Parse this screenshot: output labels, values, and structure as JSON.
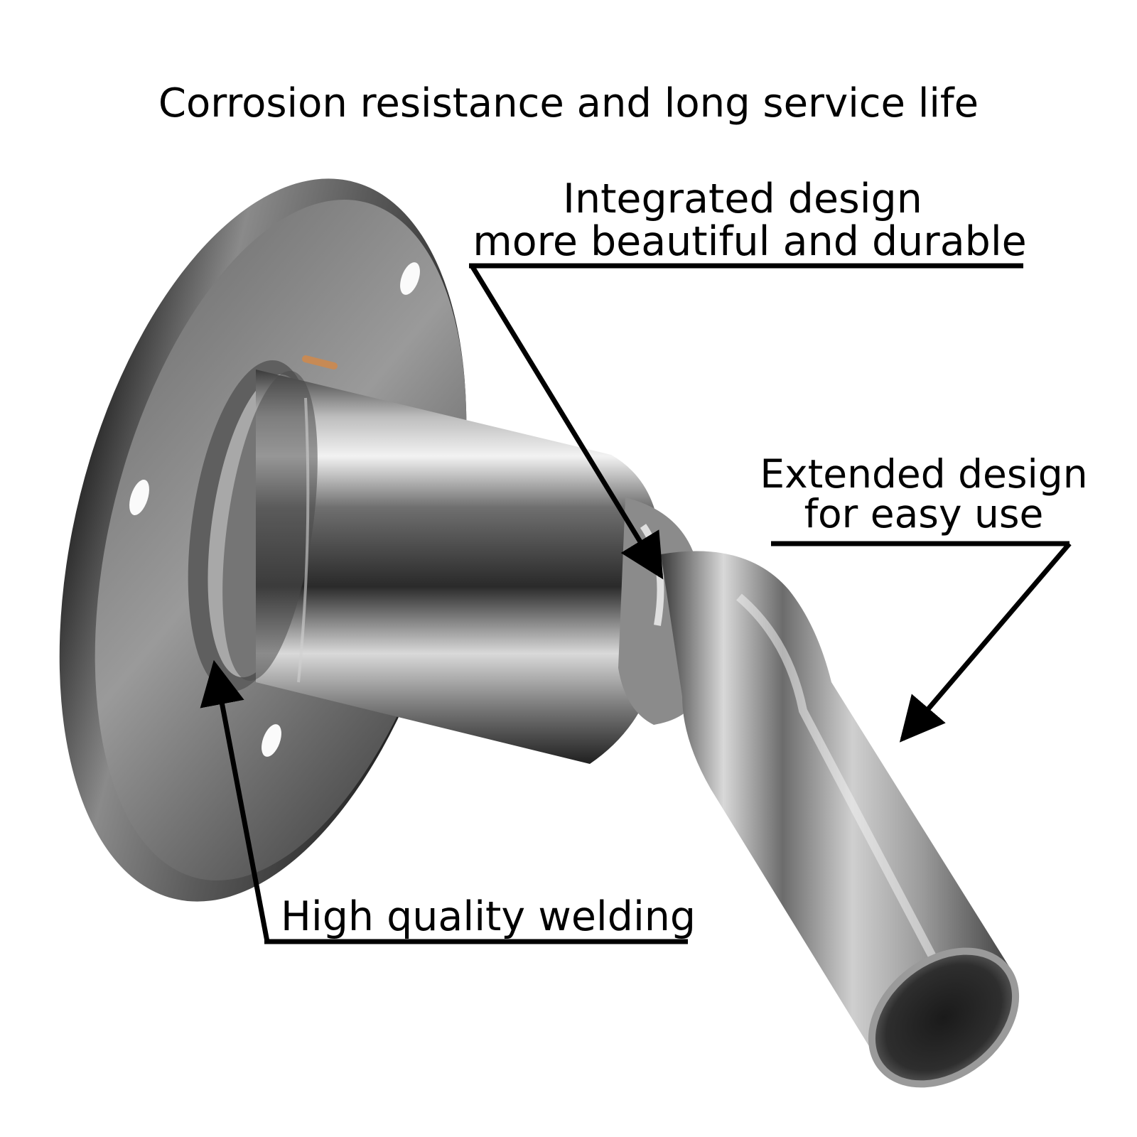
{
  "headline": "Corrosion resistance and long service life",
  "callouts": {
    "integrated": {
      "line1": "Integrated design",
      "line2": "more beautiful and durable"
    },
    "extended": {
      "line1": "Extended design",
      "line2": "for easy use"
    },
    "welding": {
      "line1": "High quality welding"
    }
  },
  "colors": {
    "background": "#ffffff",
    "text": "#000000",
    "steel_dark": "#2b2b2b",
    "steel_mid": "#7d7d7d",
    "steel_light": "#e6e6e6"
  }
}
